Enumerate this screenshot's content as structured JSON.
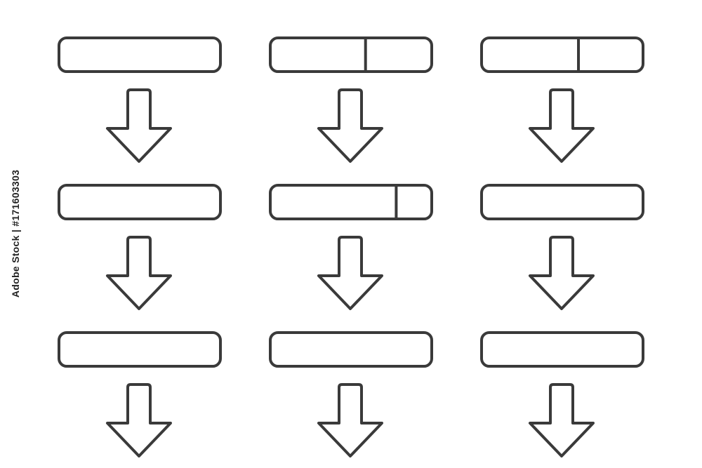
{
  "colors": {
    "stroke": "#3a3a3a",
    "background": "#ffffff",
    "fill": "#ffffff"
  },
  "grid": {
    "columns": [
      {
        "rows": [
          {
            "split": null
          },
          {
            "split": null
          },
          {
            "split": null
          }
        ]
      },
      {
        "rows": [
          {
            "split": 0.59
          },
          {
            "split": 0.78
          },
          {
            "split": null
          }
        ]
      },
      {
        "rows": [
          {
            "split": 0.6
          },
          {
            "split": null
          },
          {
            "split": null
          }
        ]
      }
    ]
  },
  "icons": {
    "bar": "progress-bar-icon",
    "arrow": "down-arrow-icon"
  },
  "watermark": {
    "caption": "Adobe Stock | #171603303"
  }
}
